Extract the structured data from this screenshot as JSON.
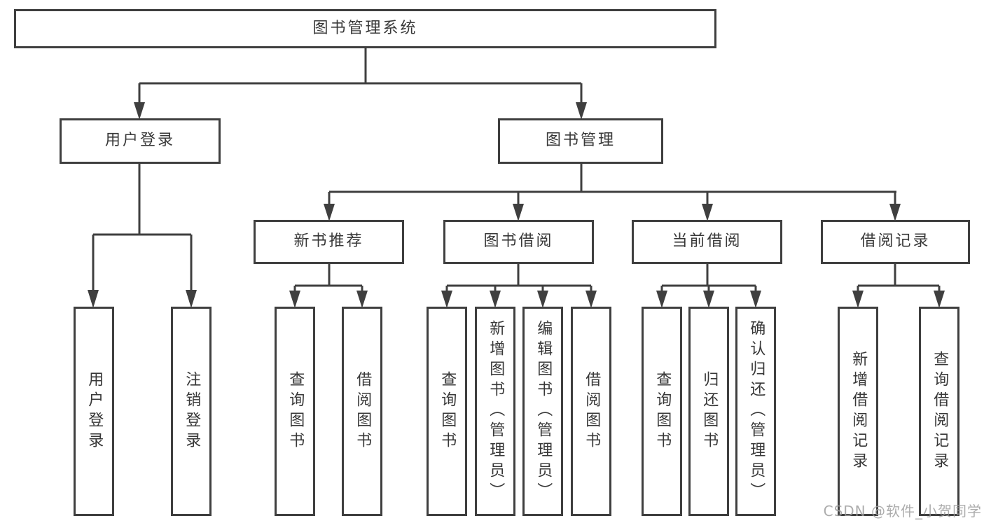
{
  "diagram": {
    "title": "图书管理系统",
    "root": {
      "label": "图书管理系统"
    },
    "level2": [
      {
        "label": "用户登录"
      },
      {
        "label": "图书管理"
      }
    ],
    "level3": [
      {
        "label": "新书推荐",
        "parent": "图书管理"
      },
      {
        "label": "图书借阅",
        "parent": "图书管理"
      },
      {
        "label": "当前借阅",
        "parent": "图书管理"
      },
      {
        "label": "借阅记录",
        "parent": "图书管理"
      }
    ],
    "leaves": [
      {
        "label": "用户登录",
        "parent": "用户登录"
      },
      {
        "label": "注销登录",
        "parent": "用户登录"
      },
      {
        "label": "查询图书",
        "parent": "新书推荐"
      },
      {
        "label": "借阅图书",
        "parent": "新书推荐"
      },
      {
        "label": "查询图书",
        "parent": "图书借阅"
      },
      {
        "label": "新增图书（管理员）",
        "parent": "图书借阅"
      },
      {
        "label": "编辑图书（管理员）",
        "parent": "图书借阅"
      },
      {
        "label": "借阅图书",
        "parent": "图书借阅"
      },
      {
        "label": "查询图书",
        "parent": "当前借阅"
      },
      {
        "label": "归还图书",
        "parent": "当前借阅"
      },
      {
        "label": "确认归还（管理员）",
        "parent": "当前借阅"
      },
      {
        "label": "新增借阅记录",
        "parent": "借阅记录"
      },
      {
        "label": "查询借阅记录",
        "parent": "借阅记录"
      }
    ]
  },
  "watermark": {
    "text": "CSDN @软件_小贺同学"
  },
  "colors": {
    "line": "#3f3f3f",
    "text": "#383838",
    "box_background": "#ffffff",
    "watermark": "#9e9e9e",
    "background": "#ffffff"
  }
}
